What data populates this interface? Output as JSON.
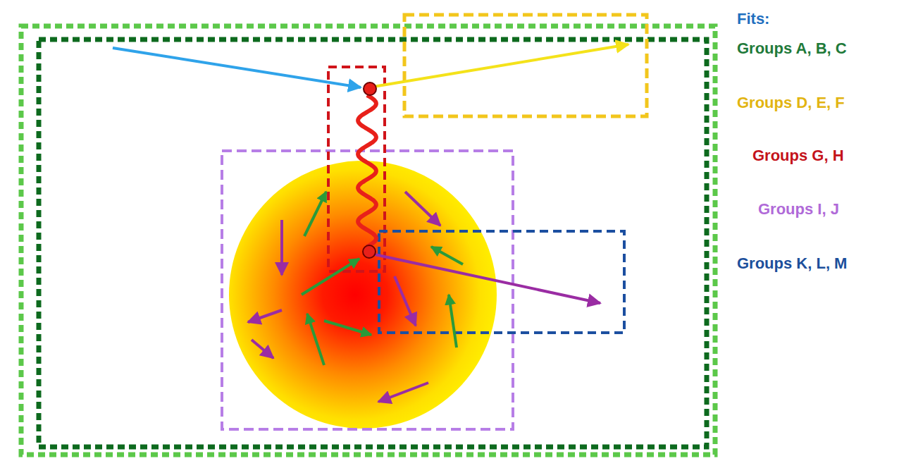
{
  "diagram": {
    "labels": [
      "Fits:",
      "Groups A, B, C",
      "Groups D, E, F",
      "Groups G, H",
      "Groups I, J",
      "Groups K, L, M"
    ]
  }
}
